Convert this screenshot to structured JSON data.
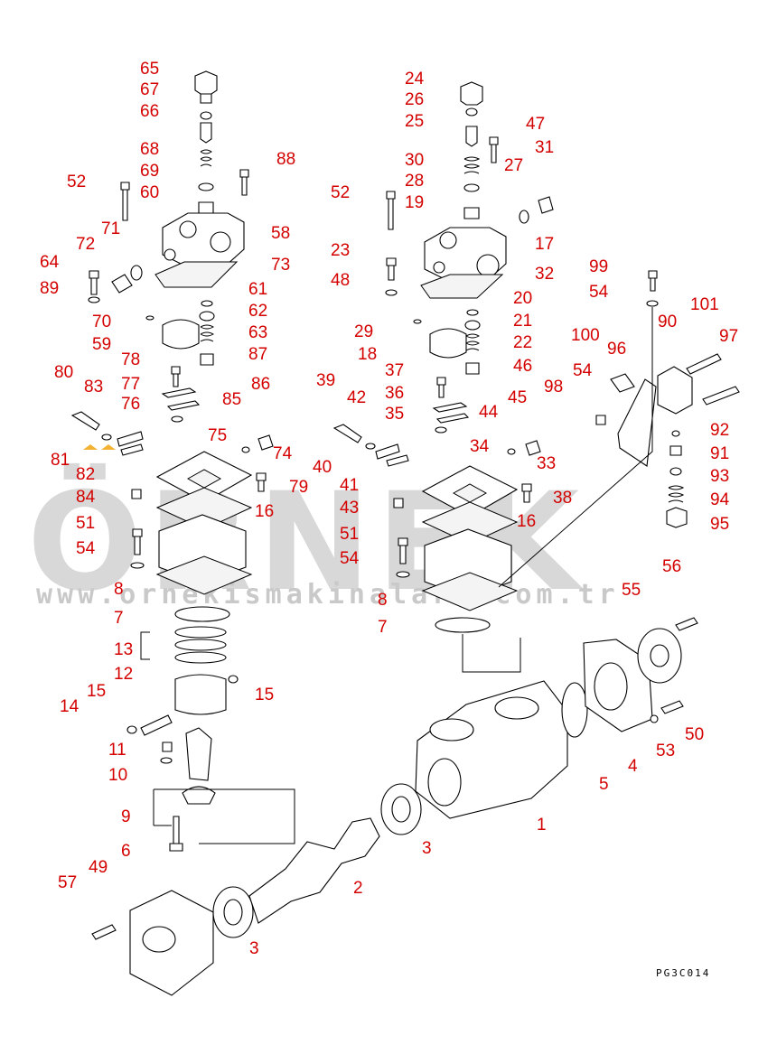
{
  "diagram": {
    "code": "PG3C014",
    "watermark": {
      "brand": "ÖRNEK",
      "url": "www.ornekismakinalari.com.tr",
      "accent_color": "#f2b233"
    },
    "label_color": "#d40000",
    "callouts": [
      "65",
      "67",
      "66",
      "68",
      "69",
      "60",
      "88",
      "52",
      "71",
      "72",
      "64",
      "89",
      "58",
      "73",
      "61",
      "70",
      "62",
      "63",
      "59",
      "78",
      "87",
      "24",
      "26",
      "25",
      "47",
      "31",
      "27",
      "30",
      "28",
      "19",
      "52",
      "17",
      "23",
      "48",
      "32",
      "20",
      "29",
      "21",
      "18",
      "22",
      "37",
      "46",
      "99",
      "54",
      "101",
      "90",
      "100",
      "96",
      "97",
      "54",
      "98",
      "92",
      "91",
      "93",
      "94",
      "95",
      "80",
      "77",
      "83",
      "76",
      "86",
      "85",
      "75",
      "81",
      "82",
      "74",
      "84",
      "16",
      "79",
      "51",
      "54",
      "8",
      "7",
      "13",
      "12",
      "15",
      "14",
      "15",
      "11",
      "10",
      "9",
      "6",
      "49",
      "57",
      "3",
      "39",
      "42",
      "36",
      "35",
      "34",
      "44",
      "45",
      "40",
      "41",
      "33",
      "43",
      "38",
      "16",
      "51",
      "54",
      "8",
      "7",
      "56",
      "55",
      "5",
      "4",
      "53",
      "50",
      "1",
      "3",
      "2"
    ]
  }
}
